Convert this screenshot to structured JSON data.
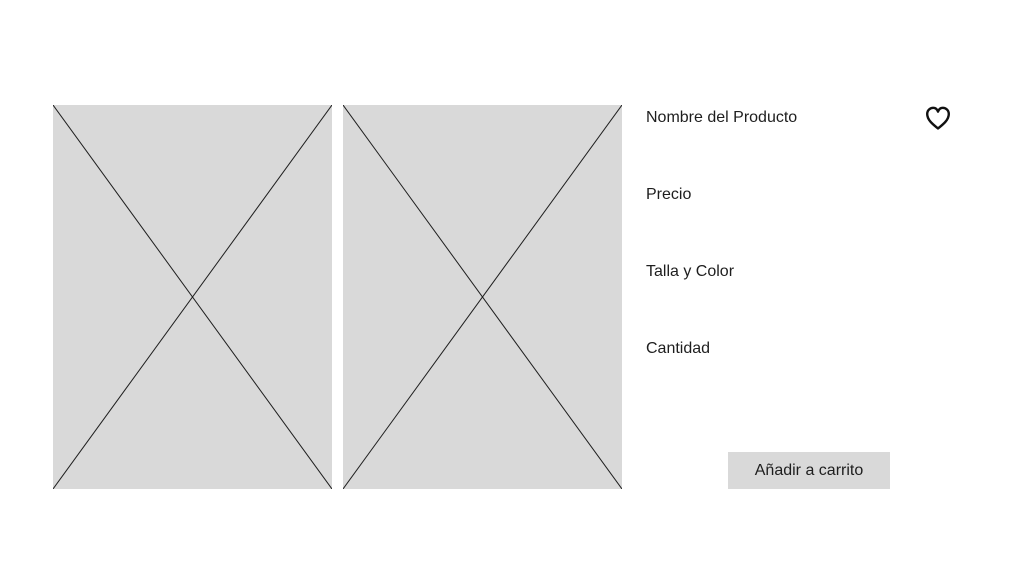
{
  "product": {
    "name_label": "Nombre del Producto",
    "price_label": "Precio",
    "size_color_label": "Talla y Color",
    "quantity_label": "Cantidad",
    "favorite_icon": "heart-outline-icon"
  },
  "actions": {
    "add_to_cart_label": "Añadir a carrito"
  },
  "colors": {
    "placeholder_fill": "#d9d9d9",
    "button_fill": "#d9d9d9",
    "text": "#1e1e1e"
  }
}
